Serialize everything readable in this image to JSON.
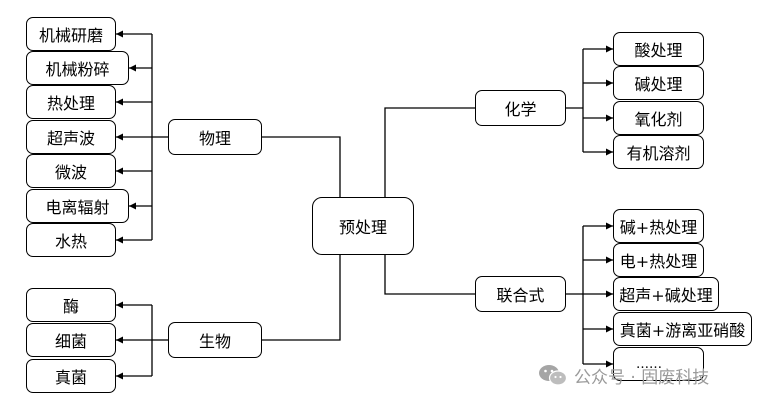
{
  "center": "预处理",
  "physical": {
    "label": "物理",
    "items": [
      "机械研磨",
      "机械粉碎",
      "热处理",
      "超声波",
      "微波",
      "电离辐射",
      "水热"
    ]
  },
  "biological": {
    "label": "生物",
    "items": [
      "酶",
      "细菌",
      "真菌"
    ]
  },
  "chemical": {
    "label": "化学",
    "items": [
      "酸处理",
      "碱处理",
      "氧化剂",
      "有机溶剂"
    ]
  },
  "combined": {
    "label": "联合式",
    "items": [
      "碱+热处理",
      "电+热处理",
      "超声+碱处理",
      "真菌+游离亚硝酸",
      "……"
    ]
  },
  "watermark": {
    "text": "公众号 · 固废科技",
    "icon": "wechat-icon"
  }
}
